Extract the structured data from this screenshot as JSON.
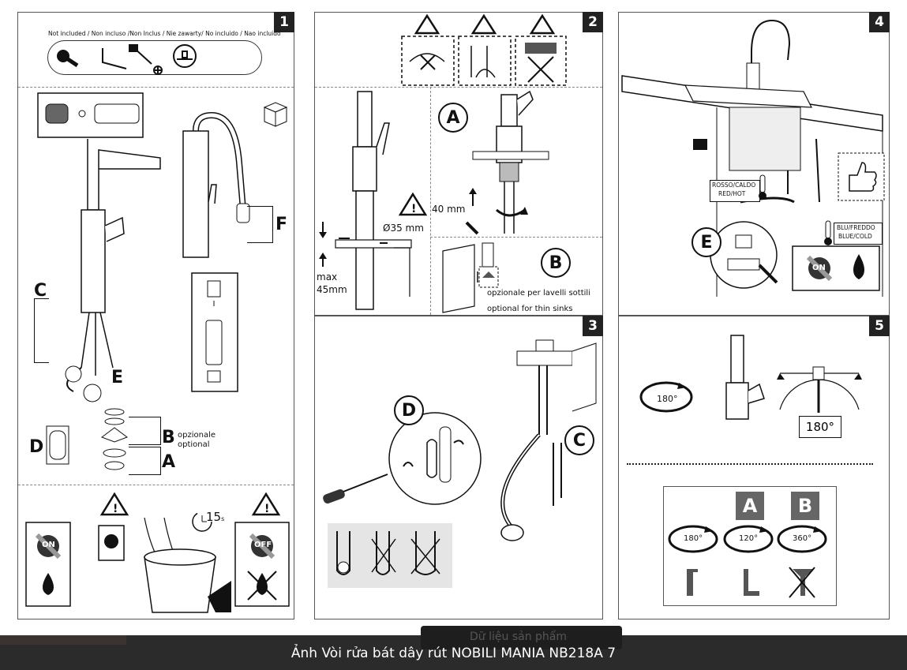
{
  "caption": "Ảnh Vòi rửa bát dây rút NOBILI MANIA NB218A 7",
  "background_button": "Dữ liệu sản phẩm",
  "panels": {
    "p1": {
      "number": "1",
      "not_included": "Not included / Non incluso /Non Inclus / Nie zawarty/ No incluido / Nao incluido",
      "label_c": "C",
      "label_e": "E",
      "label_f": "F",
      "label_d": "D",
      "label_b": "B",
      "label_a": "A",
      "opzionale": "opzionale",
      "optional": "optional",
      "on": "ON",
      "off": "OFF",
      "timer": "15",
      "timer_unit": "s"
    },
    "p2": {
      "number": "2",
      "label_a": "A",
      "label_b": "B",
      "diameter": "Ø35 mm",
      "max": "max",
      "max_value": "45mm",
      "dim_40": "40 mm",
      "opt_it": "opzionale per lavelli sottili",
      "opt_en": "optional for thin sinks"
    },
    "p3": {
      "number": "3",
      "label_d": "D",
      "label_c": "C"
    },
    "p4": {
      "number": "4",
      "hot_it": "ROSSO/CALDO",
      "hot_en": "RED/HOT",
      "cold_it": "BLU/FREDDO",
      "cold_en": "BLUE/COLD",
      "label_e": "E",
      "on": "ON"
    },
    "p5": {
      "number": "5",
      "rot1": "180°",
      "rot_box": "180°",
      "label_a": "A",
      "label_b": "B",
      "rot_a": "180°",
      "rot_a2": "120°",
      "rot_b": "360°"
    }
  },
  "colors": {
    "line": "#222222",
    "panel_border": "#555555",
    "caption_bg": "#2b2b2b",
    "box_letter": "#666666"
  }
}
